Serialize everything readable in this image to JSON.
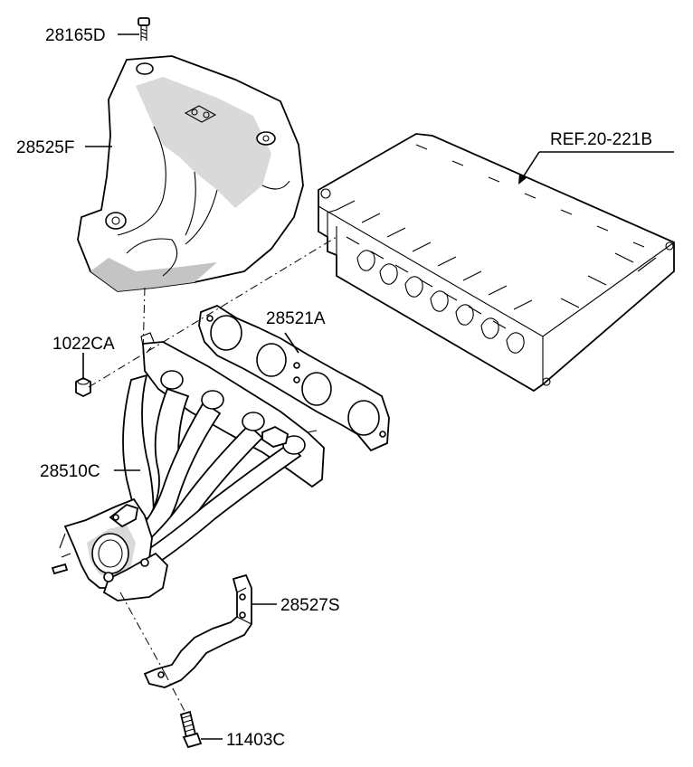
{
  "labels": {
    "bolt_top": "28165D",
    "heat_shield": "28525F",
    "reference": "REF.20-221B",
    "gasket": "28521A",
    "nut": "1022CA",
    "manifold": "28510C",
    "bracket": "28527S",
    "bolt_bottom": "11403C"
  },
  "icons": [
    "bolt-icon",
    "heat-shield-icon",
    "cylinder-head-icon",
    "gasket-icon",
    "nut-icon",
    "exhaust-manifold-icon",
    "bracket-icon"
  ]
}
